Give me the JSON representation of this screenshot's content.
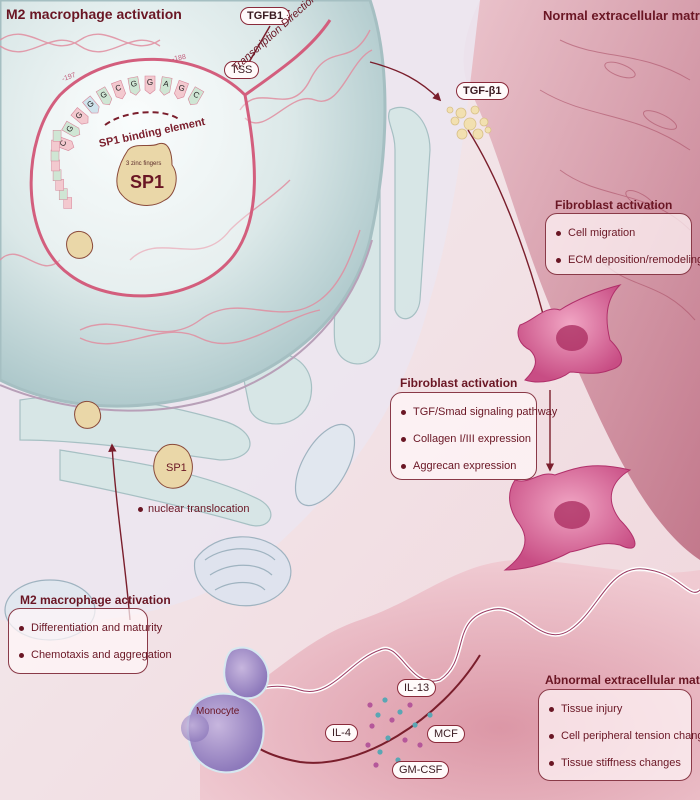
{
  "header": {
    "top_left_title": "M2 macrophage activation",
    "top_right_title": "Normal extracellular matrix"
  },
  "promoter": {
    "sequence": [
      "C",
      "G",
      "G",
      "G",
      "G",
      "C",
      "G",
      "G",
      "A",
      "G",
      "C"
    ],
    "position_start": "-197",
    "position_end": "-188",
    "binding_element_label": "SP1 binding element",
    "sp1_big_label": "SP1",
    "zinc_fingers_label": "3 zinc fingers",
    "tss_label": "TSS",
    "gene_label": "TGFB1",
    "transcription_label": "Transcription Direction"
  },
  "secretion": {
    "tgf_label": "TGF-β1"
  },
  "fibroblast_box_1": {
    "title": "Fibroblast activation",
    "items": [
      "Cell migration",
      "ECM deposition/remodeling"
    ]
  },
  "fibroblast_box_2": {
    "title": "Fibroblast activation",
    "items": [
      "TGF/Smad signaling pathway",
      "Collagen I/III expression",
      "Aggrecan expression"
    ]
  },
  "cytoplasm": {
    "sp1_label": "SP1",
    "nuclear_translocation_label": "nuclear translocation"
  },
  "m2_box": {
    "title": "M2 macrophage activation",
    "items": [
      "Differentiation and maturity",
      "Chemotaxis and aggregation"
    ]
  },
  "ecm_box": {
    "title": "Abnormal extracellular matrix",
    "items": [
      "Tissue injury",
      "Cell peripheral tension changes",
      "Tissue stiffness changes"
    ]
  },
  "cytokines": {
    "monocyte_label": "Monocyte",
    "il4": "IL-4",
    "il13": "IL-13",
    "mcf": "MCF",
    "gmcsf": "GM-CSF"
  },
  "colors": {
    "accent_dark_red": "#7a1e2c",
    "dna_pink": "#d9667e",
    "nucleus_teal": "#bcd3d4",
    "ecm_pink": "#c97b8c",
    "fibroblast_magenta": "#d8669a",
    "sp1_tan": "#ead7a8"
  }
}
